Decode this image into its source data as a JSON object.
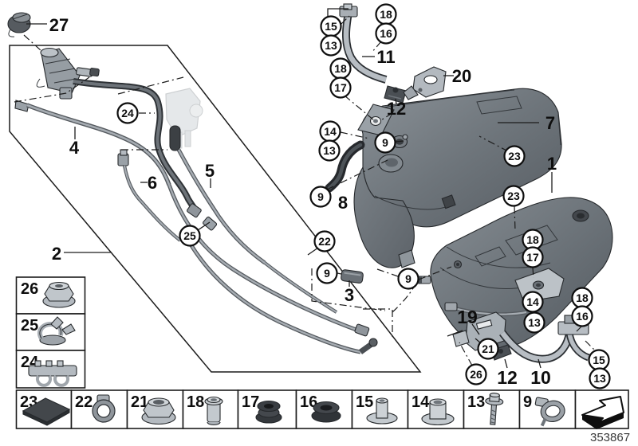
{
  "footer": {
    "part_number": "353867"
  },
  "colors": {
    "line": "#1c1c1c",
    "part_light": "#c7cbd0",
    "part_mid": "#9098a0",
    "part_dark": "#3d4145",
    "ghost_part": "#c9cfd4",
    "background": "#ffffff"
  },
  "callouts": {
    "plain": {
      "p27": "27",
      "p4": "4",
      "p6": "6",
      "p5": "5",
      "p2": "2",
      "p11": "11",
      "p20": "20",
      "p12_top": "12",
      "p8": "8",
      "p7": "7",
      "p1": "1",
      "p3": "3",
      "p19": "19",
      "p12_bottom": "12",
      "p10": "10"
    },
    "circled": {
      "c24": "24",
      "c25": "25",
      "c15_top": "15",
      "c13_top": "13",
      "c18_top": "18",
      "c16_top": "16",
      "c18_mid": "18",
      "c17_mid": "17",
      "c14_left": "14",
      "c13_left": "13",
      "c9_tank7": "9",
      "c9_neck": "9",
      "c22": "22",
      "c9_hose3": "9",
      "c9_tank1": "9",
      "c23_top": "23",
      "c23_bottom": "23",
      "c18_right": "18",
      "c17_right": "17",
      "c14_right": "14",
      "c13_right": "13",
      "c21": "21",
      "c26": "26",
      "c18_far": "18",
      "c16_far": "16",
      "c15_far": "15",
      "c13_far": "13"
    }
  },
  "legend": {
    "left_column": [
      {
        "label": "26",
        "icon": "flange-nut-icon"
      },
      {
        "label": "25",
        "icon": "spring-clip-icon"
      },
      {
        "label": "24",
        "icon": "cable-clip-icon"
      }
    ],
    "bottom_row": [
      {
        "label": "23",
        "icon": "adhesive-pad-icon"
      },
      {
        "label": "22",
        "icon": "hose-clamp-icon"
      },
      {
        "label": "21",
        "icon": "flange-nut-icon"
      },
      {
        "label": "18",
        "icon": "sleeve-icon"
      },
      {
        "label": "17",
        "icon": "grommet-double-icon"
      },
      {
        "label": "16",
        "icon": "grommet-icon"
      },
      {
        "label": "15",
        "icon": "spacer-sleeve-icon"
      },
      {
        "label": "14",
        "icon": "spacer-bushing-icon"
      },
      {
        "label": "13",
        "icon": "screw-icon"
      },
      {
        "label": "9",
        "icon": "clamp-fitting-icon"
      }
    ],
    "direction_icon": "direction-arrow-icon"
  }
}
